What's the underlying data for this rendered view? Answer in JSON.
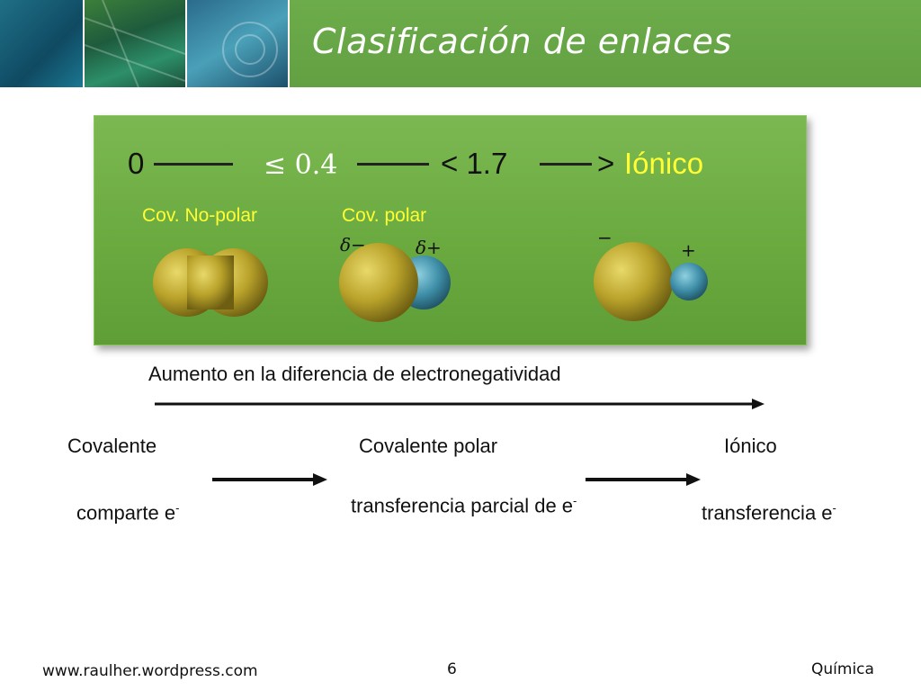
{
  "header": {
    "title": "Clasificación de enlaces"
  },
  "scale": {
    "zero": "0",
    "threshold_low": "≤ 0.4",
    "threshold_mid": "< 1.7",
    "gt": ">",
    "ionic": "Iónico"
  },
  "panel_labels": {
    "nonpolar": "Cov. No-polar",
    "polar": "Cov. polar"
  },
  "charges": {
    "polar_negative": "δ−",
    "polar_positive": "δ+",
    "ionic_negative": "−",
    "ionic_positive": "+"
  },
  "axis_caption": "Aumento en la diferencia de electronegatividad",
  "columns": [
    {
      "name": "Covalente",
      "desc_main": "comparte e",
      "desc_sup": "-"
    },
    {
      "name": "Covalente polar",
      "desc_main": "transferencia parcial de e",
      "desc_sup": "-"
    },
    {
      "name": "Iónico",
      "desc_main": "transferencia e",
      "desc_sup": "-"
    }
  ],
  "footer": {
    "website": "www.raulher.wordpress.com",
    "page_number": "6",
    "subject": "Química"
  },
  "colors": {
    "header_green": "#6aa84f",
    "panel_green": "#6aaa3f",
    "label_yellow": "#ffff33",
    "gold_sphere": "#c9b23a",
    "blue_sphere": "#3f8fa8"
  }
}
